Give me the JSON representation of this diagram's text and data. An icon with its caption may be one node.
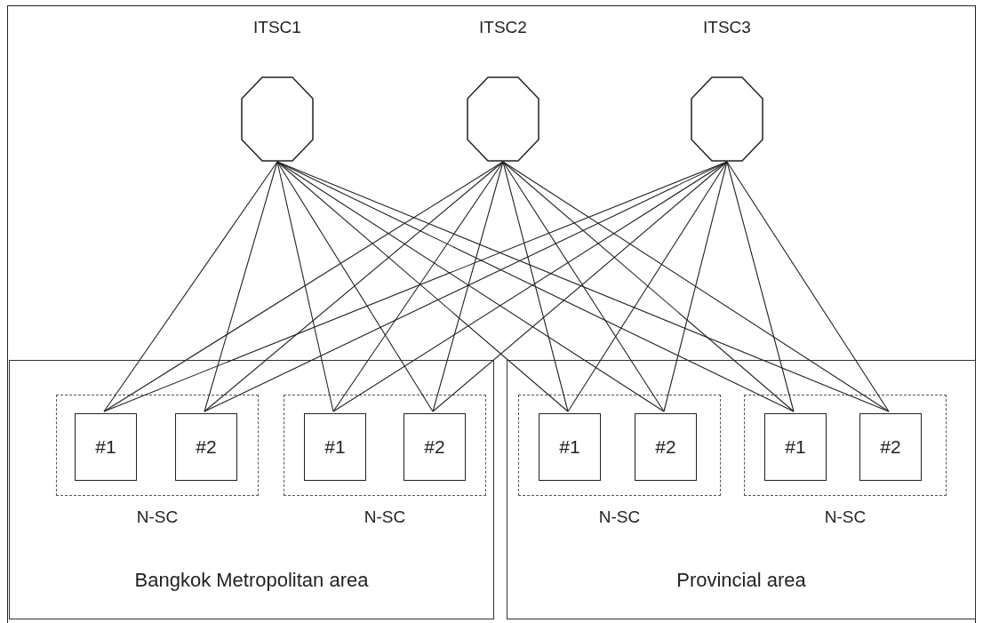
{
  "diagram": {
    "nodes": [
      {
        "text": [
          "ITSC1"
        ]
      },
      {
        "text": [
          "ITSC2"
        ]
      },
      {
        "text": [
          "ITSC3"
        ]
      },
      {
        "text": [
          "Bangkok Metropolitan area"
        ]
      },
      {
        "text": [
          "N-SC"
        ],
        "in": 3
      },
      {
        "text": [
          "#1"
        ],
        "in": 4
      },
      {
        "text": [
          "#2"
        ],
        "in": 4
      },
      {
        "text": [
          "N-SC"
        ],
        "in": 3
      },
      {
        "text": [
          "#1"
        ],
        "in": 7
      },
      {
        "text": [
          "#2"
        ],
        "in": 7
      },
      {
        "text": [
          "Provincial area"
        ]
      },
      {
        "text": [
          "N-SC"
        ],
        "in": 10
      },
      {
        "text": [
          "#1"
        ],
        "in": 11
      },
      {
        "text": [
          "#2"
        ],
        "in": 11
      },
      {
        "text": [
          "N-SC"
        ],
        "in": 10
      },
      {
        "text": [
          "#1"
        ],
        "in": 14
      },
      {
        "text": [
          "#2"
        ],
        "in": 14
      }
    ],
    "edges": [
      {
        "from": 0,
        "to": 5,
        "arrow": "none"
      },
      {
        "from": 0,
        "to": 6,
        "arrow": "none"
      },
      {
        "from": 0,
        "to": 8,
        "arrow": "none"
      },
      {
        "from": 0,
        "to": 9,
        "arrow": "none"
      },
      {
        "from": 0,
        "to": 12,
        "arrow": "none"
      },
      {
        "from": 0,
        "to": 13,
        "arrow": "none"
      },
      {
        "from": 0,
        "to": 15,
        "arrow": "none"
      },
      {
        "from": 0,
        "to": 16,
        "arrow": "none"
      },
      {
        "from": 1,
        "to": 5,
        "arrow": "none"
      },
      {
        "from": 1,
        "to": 6,
        "arrow": "none"
      },
      {
        "from": 1,
        "to": 8,
        "arrow": "none"
      },
      {
        "from": 1,
        "to": 9,
        "arrow": "none"
      },
      {
        "from": 1,
        "to": 12,
        "arrow": "none"
      },
      {
        "from": 1,
        "to": 13,
        "arrow": "none"
      },
      {
        "from": 1,
        "to": 15,
        "arrow": "none"
      },
      {
        "from": 1,
        "to": 16,
        "arrow": "none"
      },
      {
        "from": 2,
        "to": 5,
        "arrow": "none"
      },
      {
        "from": 2,
        "to": 6,
        "arrow": "none"
      },
      {
        "from": 2,
        "to": 8,
        "arrow": "none"
      },
      {
        "from": 2,
        "to": 9,
        "arrow": "none"
      },
      {
        "from": 2,
        "to": 12,
        "arrow": "none"
      },
      {
        "from": 2,
        "to": 13,
        "arrow": "none"
      },
      {
        "from": 2,
        "to": 15,
        "arrow": "none"
      },
      {
        "from": 2,
        "to": 16,
        "arrow": "none"
      }
    ]
  }
}
